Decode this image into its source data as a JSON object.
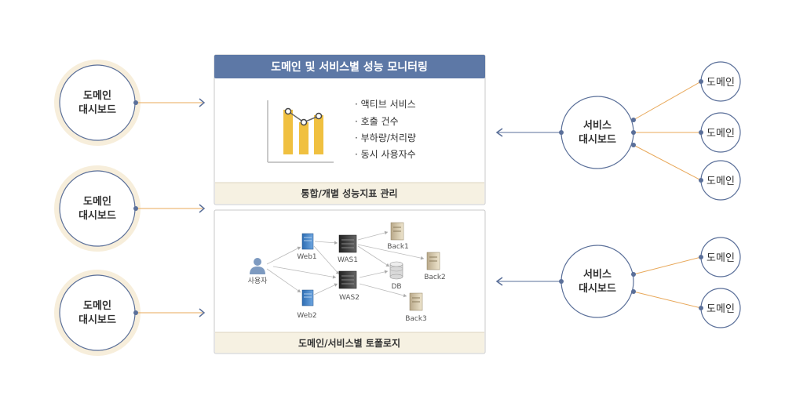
{
  "left_dashboards": [
    {
      "line1": "도메인",
      "line2": "대시보드"
    },
    {
      "line1": "도메인",
      "line2": "대시보드"
    },
    {
      "line1": "도메인",
      "line2": "대시보드"
    }
  ],
  "panel_top": {
    "title": "도메인 및 서비스별 성능 모니터링",
    "bullets": [
      "· 액티브 서비스",
      "· 호출 건수",
      "· 부하량/처리량",
      "· 동시 사용자수"
    ],
    "footer": "통합/개별 성능지표 관리"
  },
  "panel_bottom": {
    "footer": "도메인/서비스별 토폴로지",
    "nodes": {
      "user": "사용자",
      "web1": "Web1",
      "web2": "Web2",
      "was1": "WAS1",
      "was2": "WAS2",
      "db": "DB",
      "back1": "Back1",
      "back2": "Back2",
      "back3": "Back3"
    }
  },
  "right_groups": [
    {
      "line1": "서비스",
      "line2": "대시보드",
      "domains": [
        "도메인",
        "도메인",
        "도메인"
      ]
    },
    {
      "line1": "서비스",
      "line2": "대시보드",
      "domains": [
        "도메인",
        "도메인"
      ]
    }
  ],
  "colors": {
    "header": "#5d78a6",
    "accent_line": "#e8a85a",
    "node_dot": "#5a6f99",
    "cream": "#f7eedb",
    "bar": "#f0c040",
    "footer_bg": "#f6f1e2"
  },
  "icons": {
    "user": "user-icon",
    "web_server": "server-blue-icon",
    "was_server": "server-dark-icon",
    "back_server": "server-beige-icon",
    "db": "database-icon"
  }
}
